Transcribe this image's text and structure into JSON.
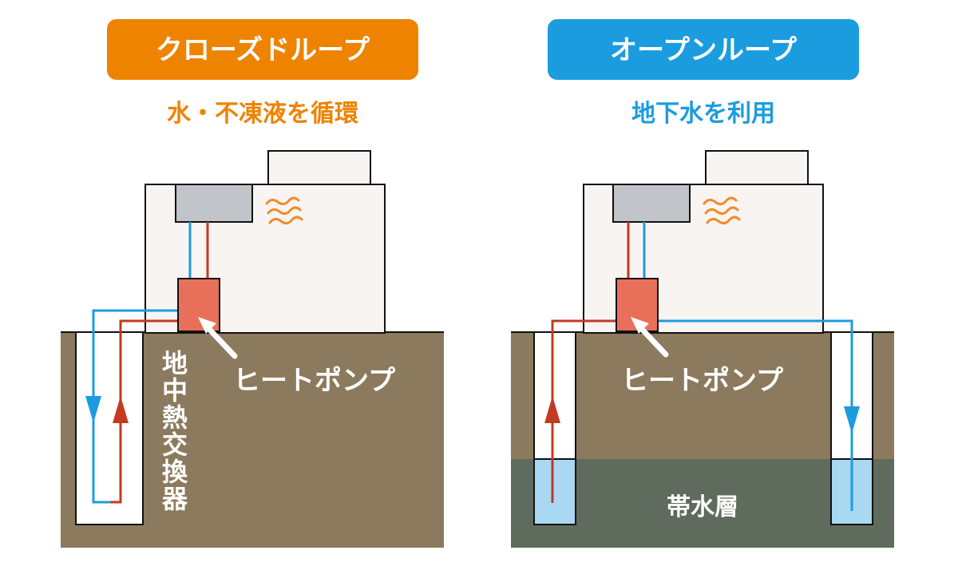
{
  "closed_loop": {
    "title": "クローズドループ",
    "subtitle": "水・不凍液を循環",
    "heat_pump_label": "ヒートポンプ",
    "exchanger_label": "地中熱交換器",
    "accent_color": "#EE8300"
  },
  "open_loop": {
    "title": "オープンループ",
    "subtitle": "地下水を利用",
    "heat_pump_label": "ヒートポンプ",
    "aquifer_label": "帯水層",
    "accent_color": "#1B9CDF"
  },
  "colors": {
    "soil": "#8C7A5E",
    "aquifer_soil": "#5F6B5C",
    "groundwater": "#A9D8F2",
    "house": "#F8F4F1",
    "unit": "#C1C4C9",
    "heat_pump": "#E8705A",
    "hot_pipe": "#C23A22",
    "cold_pipe": "#1E9BE0",
    "heat_wave": "#EE8C2A"
  },
  "icons": {
    "heat_wave": "heat-wave-icon",
    "pointer": "pointer-arrow-icon",
    "flow_up": "flow-up-arrow-icon",
    "flow_down": "flow-down-arrow-icon"
  }
}
